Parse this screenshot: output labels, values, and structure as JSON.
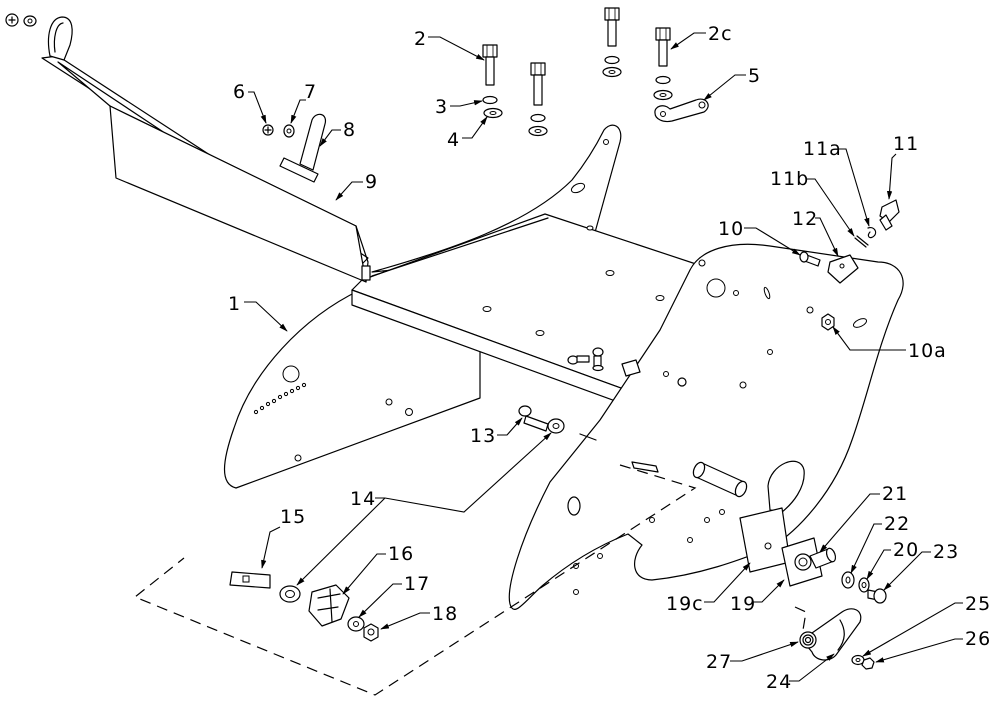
{
  "labels": {
    "p1": "1",
    "p2": "2",
    "p2c": "2c",
    "p3": "3",
    "p4": "4",
    "p5": "5",
    "p6": "6",
    "p7": "7",
    "p8": "8",
    "p9": "9",
    "p10": "10",
    "p10a": "10a",
    "p11": "11",
    "p11a": "11a",
    "p11b": "11b",
    "p12": "12",
    "p13": "13",
    "p14": "14",
    "p15": "15",
    "p16": "16",
    "p17": "17",
    "p18": "18",
    "p19": "19",
    "p19c": "19c",
    "p20": "20",
    "p21": "21",
    "p22": "22",
    "p23": "23",
    "p24": "24",
    "p25": "25",
    "p26": "26",
    "p27": "27"
  },
  "colors": {
    "line": "#000000",
    "background": "#ffffff"
  }
}
